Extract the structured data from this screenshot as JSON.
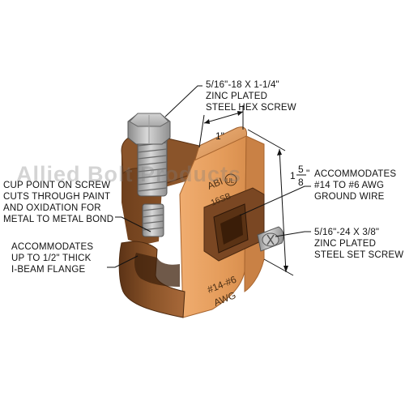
{
  "callouts": {
    "hex_screw": [
      "5/16\"-18 X 1-1/4\"",
      "ZINC PLATED",
      "STEEL HEX SCREW"
    ],
    "ground_wire": [
      "ACCOMMODATES",
      "#14 TO #6 AWG",
      "GROUND WIRE"
    ],
    "cup_point": [
      "CUP POINT ON SCREW",
      "CUTS THROUGH PAINT",
      "AND OXIDATION FOR",
      "METAL TO METAL BOND"
    ],
    "set_screw": [
      "5/16\"-24 X 3/8\"",
      "ZINC PLATED",
      "STEEL SET SCREW"
    ],
    "flange": [
      "ACCOMMODATES",
      "UP TO 1/2\" THICK",
      "I-BEAM FLANGE"
    ]
  },
  "dimensions": {
    "width": "1\"",
    "height_whole": "1",
    "height_num": "5",
    "height_den": "8",
    "height_inch": "\""
  },
  "stamp": {
    "brand": "ABI",
    "logo": "UL",
    "model": "16SB",
    "awg_range": "#14-#6",
    "awg": "AWG"
  },
  "watermark": "Allied Bolt Products",
  "colors": {
    "bronze_light": "#e6a36a",
    "bronze_mid": "#c57a3e",
    "bronze_dark": "#7a4a24",
    "steel_light": "#cfcfcf",
    "steel_dark": "#7e7e7e"
  }
}
